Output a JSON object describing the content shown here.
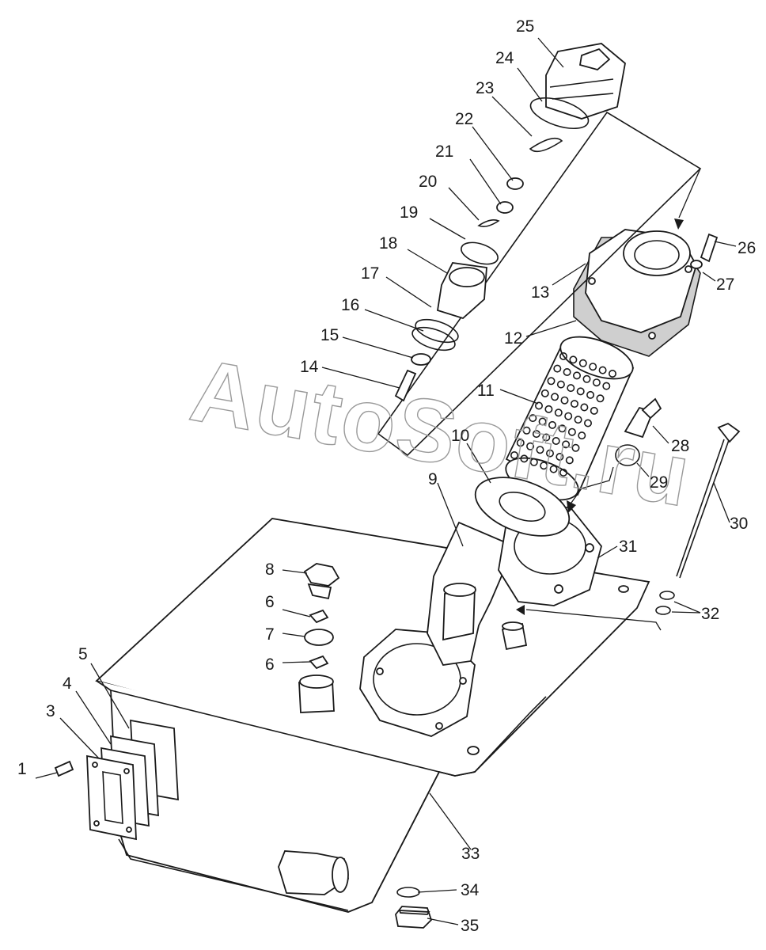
{
  "watermark": "AutoSoft.ru",
  "callouts": [
    {
      "num": "1"
    },
    {
      "num": "3"
    },
    {
      "num": "4"
    },
    {
      "num": "5"
    },
    {
      "num": "6"
    },
    {
      "num": "6"
    },
    {
      "num": "7"
    },
    {
      "num": "8"
    },
    {
      "num": "9"
    },
    {
      "num": "10"
    },
    {
      "num": "11"
    },
    {
      "num": "12"
    },
    {
      "num": "13"
    },
    {
      "num": "14"
    },
    {
      "num": "15"
    },
    {
      "num": "16"
    },
    {
      "num": "17"
    },
    {
      "num": "18"
    },
    {
      "num": "19"
    },
    {
      "num": "20"
    },
    {
      "num": "21"
    },
    {
      "num": "22"
    },
    {
      "num": "23"
    },
    {
      "num": "24"
    },
    {
      "num": "25"
    },
    {
      "num": "26"
    },
    {
      "num": "27"
    },
    {
      "num": "28"
    },
    {
      "num": "29"
    },
    {
      "num": "30"
    },
    {
      "num": "31"
    },
    {
      "num": "32"
    },
    {
      "num": "33"
    },
    {
      "num": "34"
    },
    {
      "num": "35"
    }
  ]
}
